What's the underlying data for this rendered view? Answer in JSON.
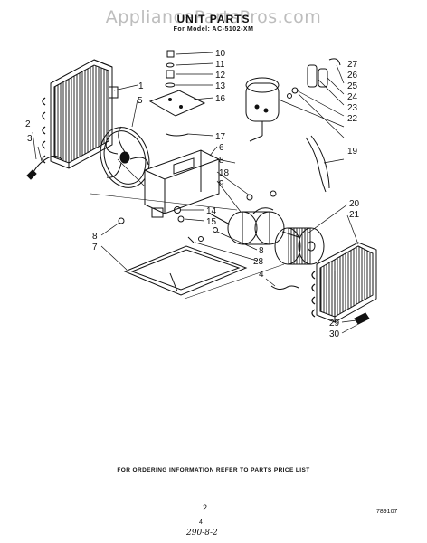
{
  "watermark": "AppliancePartsPros.com",
  "header": {
    "title": "UNIT PARTS",
    "model": "For Model: AC-5102-XM"
  },
  "callouts": {
    "c1": "1",
    "c2": "2",
    "c3": "3",
    "c4": "4",
    "c5": "5",
    "c6": "6",
    "c7": "7",
    "c8a": "8",
    "c8b": "8",
    "c8c": "8",
    "c9": "9",
    "c10": "10",
    "c11": "11",
    "c12": "12",
    "c13": "13",
    "c14": "14",
    "c15": "15",
    "c16": "16",
    "c17": "17",
    "c18": "18",
    "c19": "19",
    "c20": "20",
    "c21": "21",
    "c22": "22",
    "c23": "23",
    "c24": "24",
    "c25": "25",
    "c26": "26",
    "c27": "27",
    "c28": "28",
    "c29": "29",
    "c30": "30"
  },
  "footer": {
    "ordering_note": "FOR ORDERING INFORMATION REFER TO PARTS PRICE LIST",
    "page_number": "2",
    "doc_id": "789107",
    "small_mark": "4",
    "handwritten_mark": "290-8-2"
  },
  "colors": {
    "line": "#111111",
    "watermark": "#bdbdbd",
    "background": "#ffffff"
  }
}
